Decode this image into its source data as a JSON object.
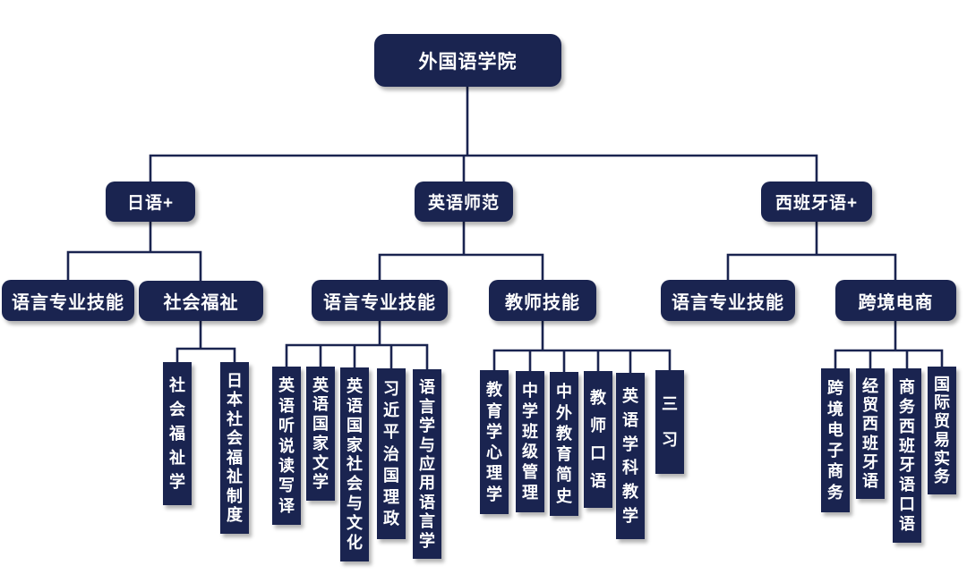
{
  "diagram": {
    "colors": {
      "node": "#1a2450",
      "line": "#1a2450",
      "text": "#ffffff",
      "background": "#ffffff"
    },
    "root": {
      "label": "外国语学院"
    },
    "branches": [
      {
        "label": "日语+",
        "groups": [
          {
            "label": "语言专业技能",
            "courses": []
          },
          {
            "label": "社会福祉",
            "courses": [
              "社会福祉学",
              "日本社会福祉制度"
            ]
          }
        ]
      },
      {
        "label": "英语师范",
        "groups": [
          {
            "label": "语言专业技能",
            "courses": [
              "英语听说读写译",
              "英语国家文学",
              "英语国家社会与文化",
              "习近平治国理政",
              "语言学与应用语言学"
            ]
          },
          {
            "label": "教师技能",
            "courses": [
              "教育学心理学",
              "中学班级管理",
              "中外教育简史",
              "教师口语",
              "英语学科教学",
              "三习"
            ]
          }
        ]
      },
      {
        "label": "西班牙语+",
        "groups": [
          {
            "label": "语言专业技能",
            "courses": []
          },
          {
            "label": "跨境电商",
            "courses": [
              "跨境电子商务",
              "经贸西班牙语",
              "商务西班牙语口语",
              "国际贸易实务"
            ]
          }
        ]
      }
    ]
  }
}
